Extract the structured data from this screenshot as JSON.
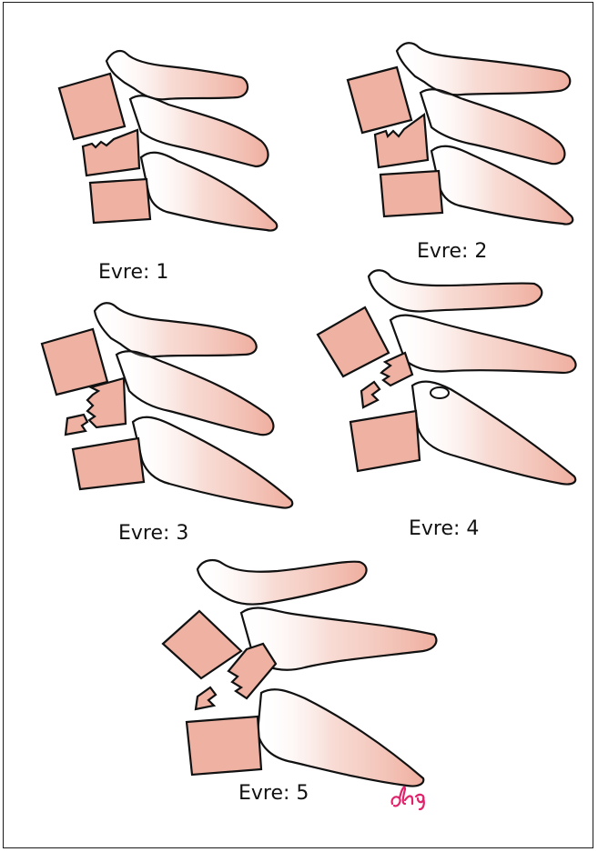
{
  "colors": {
    "bone_fill": "#eeb1a2",
    "bone_fill_light": "#f6d3c9",
    "outline": "#111111",
    "signature": "#e0226a",
    "frame": "#1a1a1a"
  },
  "stages": [
    {
      "label": "Evre: 1"
    },
    {
      "label": "Evre: 2"
    },
    {
      "label": "Evre: 3"
    },
    {
      "label": "Evre: 4"
    },
    {
      "label": "Evre: 5"
    }
  ]
}
